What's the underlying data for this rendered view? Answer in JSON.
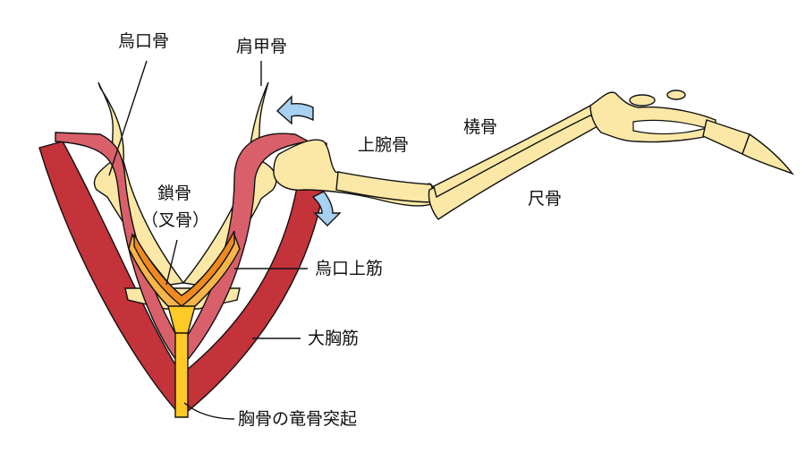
{
  "colors": {
    "pectoralis": "#c4323a",
    "supracoracoideus": "#d9606a",
    "tendon_light": "#f7b54a",
    "tendon_orange": "#f08a1e",
    "keel": "#ffc926",
    "bone": "#fbe8a6",
    "arrow": "#a8d0f0"
  },
  "labels": {
    "coracoid": "烏口骨",
    "scapula": "肩甲骨",
    "clavicle": "鎖骨",
    "furcula": "（叉骨）",
    "humerus": "上腕骨",
    "radius": "橈骨",
    "ulna": "尺骨",
    "supracoracoideus": "烏口上筋",
    "pectoralis": "大胸筋",
    "keel": "胸骨の竜骨突起"
  }
}
